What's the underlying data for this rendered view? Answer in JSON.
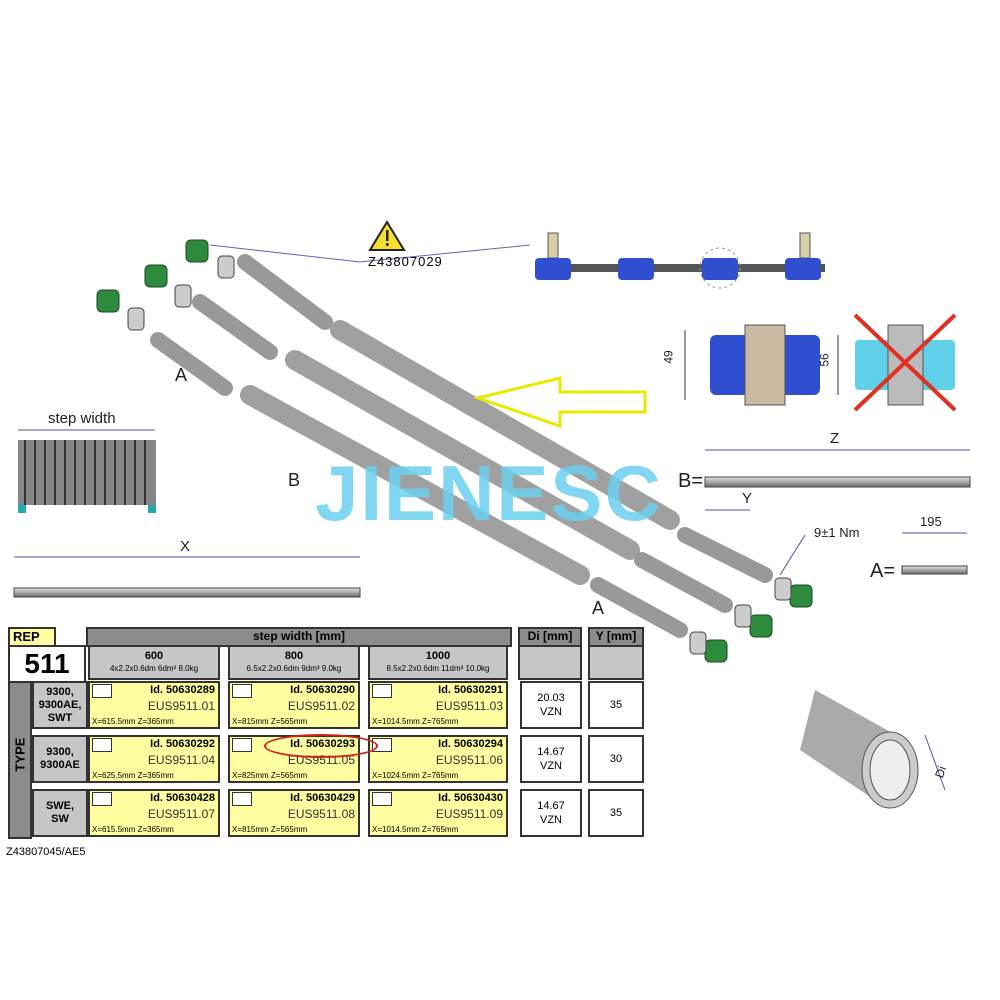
{
  "drawing": {
    "warning_ref": "Z43807029",
    "step_width_label": "step width",
    "x_label": "X",
    "a_label": "A",
    "b_label": "B",
    "z_label": "Z",
    "y_label": "Y",
    "b_eq": "B=",
    "a_eq": "A=",
    "a_length": "195",
    "torque": "9±1 Nm",
    "dim_49": "49",
    "dim_56": "56",
    "di_label": "Di",
    "watermark": "JIENESC",
    "colors": {
      "roller": "#2f4fd0",
      "cap": "#2e8b3e",
      "arrow": "#f0f000",
      "cross": "#e03020",
      "watermark_blue": "#6ccff0"
    }
  },
  "table": {
    "rep_label": "REP",
    "rep_value": "511",
    "type_label": "TYPE",
    "step_width_header": "step width [mm]",
    "di_header": "Di [mm]",
    "y_header": "Y [mm]",
    "widths": [
      {
        "value": "600",
        "spec": "4x2.2x0.6dm  6dm³  8.0kg"
      },
      {
        "value": "800",
        "spec": "6.5x2.2x0.6dm  9dm³  9.0kg"
      },
      {
        "value": "1000",
        "spec": "8.5x2.2x0.6dm  11dm³  10.0kg"
      }
    ],
    "rows": [
      {
        "type": "9300,\n9300AE,\nSWT",
        "di": "20.03\nVZN",
        "y": "35",
        "cells": [
          {
            "id": "Id. 50630289",
            "eus": "EUS9511.01",
            "xz": "X=615.5mm  Z=365mm"
          },
          {
            "id": "Id. 50630290",
            "eus": "EUS9511.02",
            "xz": "X=815mm  Z=565mm"
          },
          {
            "id": "Id. 50630291",
            "eus": "EUS9511.03",
            "xz": "X=1014.5mm  Z=765mm"
          }
        ]
      },
      {
        "type": "9300,\n9300AE",
        "di": "14.67\nVZN",
        "y": "30",
        "cells": [
          {
            "id": "Id. 50630292",
            "eus": "EUS9511.04",
            "xz": "X=625.5mm  Z=365mm"
          },
          {
            "id": "Id. 50630293",
            "eus": "EUS9511.05",
            "xz": "X=825mm  Z=565mm",
            "highlighted": true
          },
          {
            "id": "Id. 50630294",
            "eus": "EUS9511.06",
            "xz": "X=1024.5mm  Z=765mm"
          }
        ]
      },
      {
        "type": "SWE,\nSW",
        "di": "14.67\nVZN",
        "y": "35",
        "cells": [
          {
            "id": "Id. 50630428",
            "eus": "EUS9511.07",
            "xz": "X=615.5mm  Z=365mm"
          },
          {
            "id": "Id. 50630429",
            "eus": "EUS9511.08",
            "xz": "X=815mm  Z=565mm"
          },
          {
            "id": "Id. 50630430",
            "eus": "EUS9511.09",
            "xz": "X=1014.5mm  Z=765mm"
          }
        ]
      }
    ],
    "drawing_number": "Z43807045/AE5"
  }
}
